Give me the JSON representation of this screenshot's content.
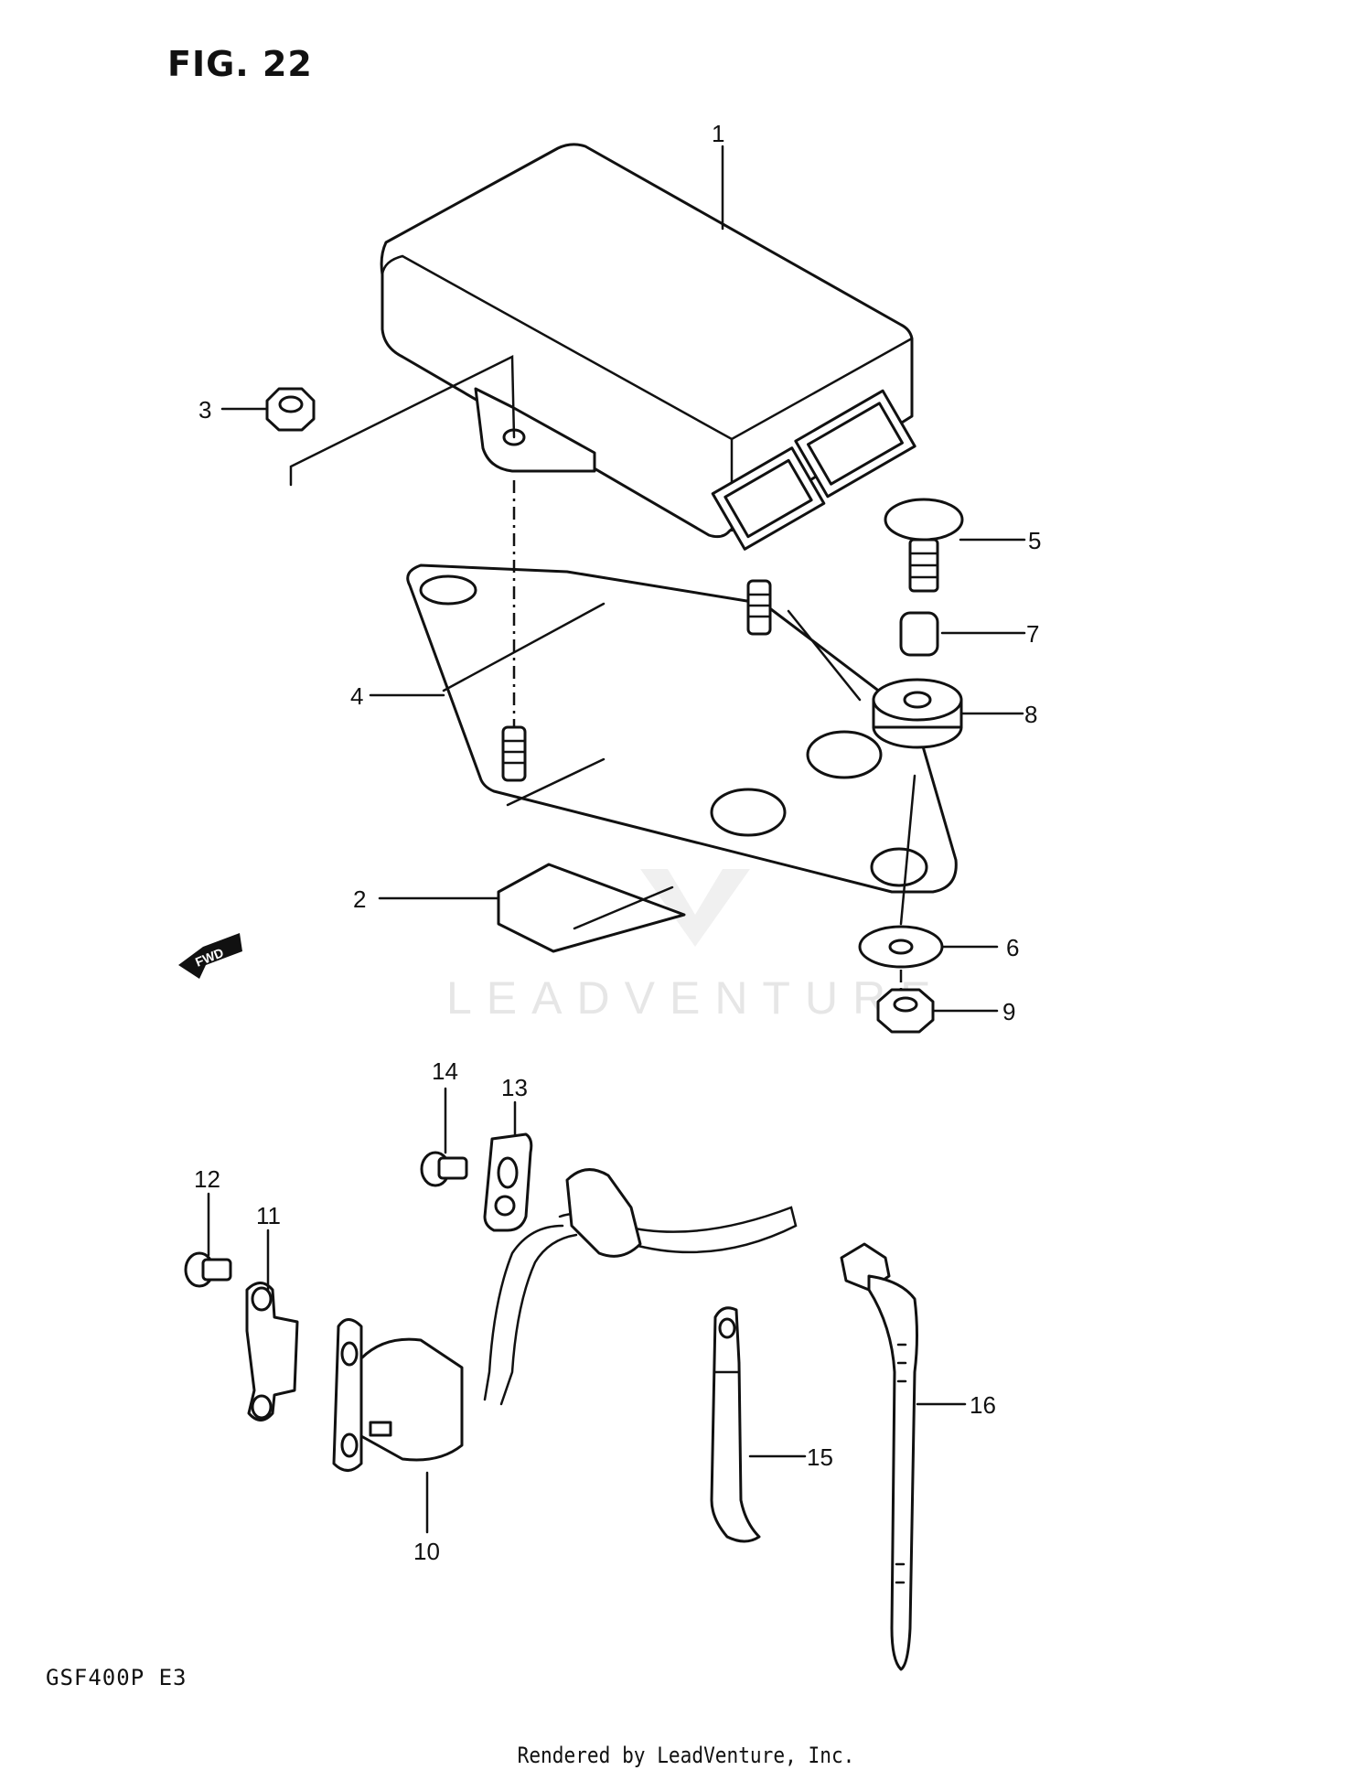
{
  "figure": {
    "title": "FIG. 22",
    "model_code": "GSF400P  E3",
    "footer": "Rendered by LeadVenture, Inc.",
    "watermark": "LEADVENTURE",
    "direction_label": "FWD"
  },
  "callouts": [
    "1",
    "2",
    "3",
    "4",
    "5",
    "6",
    "7",
    "8",
    "9",
    "10",
    "11",
    "12",
    "13",
    "14",
    "15",
    "16"
  ]
}
